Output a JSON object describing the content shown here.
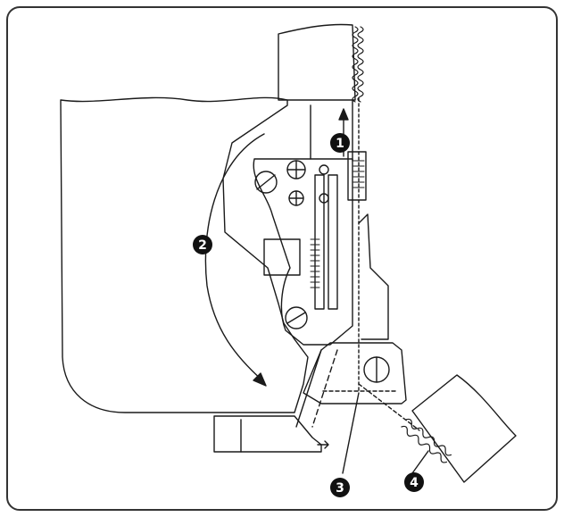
{
  "diagram": {
    "callouts": [
      {
        "id": "c1",
        "label": "1"
      },
      {
        "id": "c2",
        "label": "2"
      },
      {
        "id": "c3",
        "label": "3"
      },
      {
        "id": "c4",
        "label": "4"
      }
    ],
    "colors": {
      "line": "#1a1a1a",
      "frame": "#333333",
      "badge": "#111111",
      "badge_text": "#ffffff",
      "background": "#ffffff"
    }
  }
}
